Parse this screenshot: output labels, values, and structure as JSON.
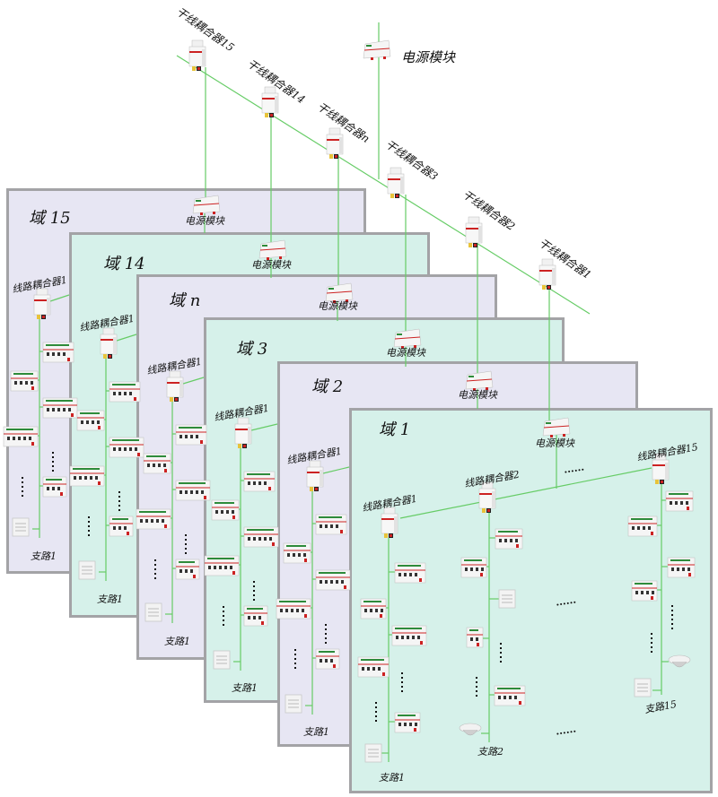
{
  "top": {
    "power_module_label": "电源模块",
    "backbone_couplers": [
      {
        "label": "干线耦合器15"
      },
      {
        "label": "干线耦合器14"
      },
      {
        "label": "干线耦合器n"
      },
      {
        "label": "干线耦合器3"
      },
      {
        "label": "干线耦合器2"
      },
      {
        "label": "干线耦合器1"
      }
    ]
  },
  "domains": [
    {
      "id": "15",
      "title": "域 15",
      "power_label": "电源模块",
      "line_coupler": "线路耦合器1",
      "branch": "支路1"
    },
    {
      "id": "14",
      "title": "域 14",
      "power_label": "电源模块",
      "line_coupler": "线路耦合器1",
      "branch": "支路1"
    },
    {
      "id": "n",
      "title": "域 n",
      "power_label": "电源模块",
      "line_coupler": "线路耦合器1",
      "branch": "支路1"
    },
    {
      "id": "3",
      "title": "域 3",
      "power_label": "电源模块",
      "line_coupler": "线路耦合器1",
      "branch": "支路1"
    },
    {
      "id": "2",
      "title": "域 2",
      "power_label": "电源模块",
      "line_coupler": "线路耦合器1",
      "branch": "支路1"
    },
    {
      "id": "1",
      "title": "域 1",
      "power_label": "电源模块",
      "line_couplers": [
        "线路耦合器1",
        "线路耦合器2",
        "线路耦合器15"
      ],
      "branches": [
        "支路1",
        "支路2",
        "支路15"
      ],
      "ellipsis": "......"
    }
  ],
  "colors": {
    "wire": "#66cc66",
    "panel_lavender": "#e7e6f3",
    "panel_mint": "#d6f1ea",
    "panel_border": "#a3a3a6",
    "device_red": "#cc2222",
    "device_green": "#2e8b3a"
  }
}
